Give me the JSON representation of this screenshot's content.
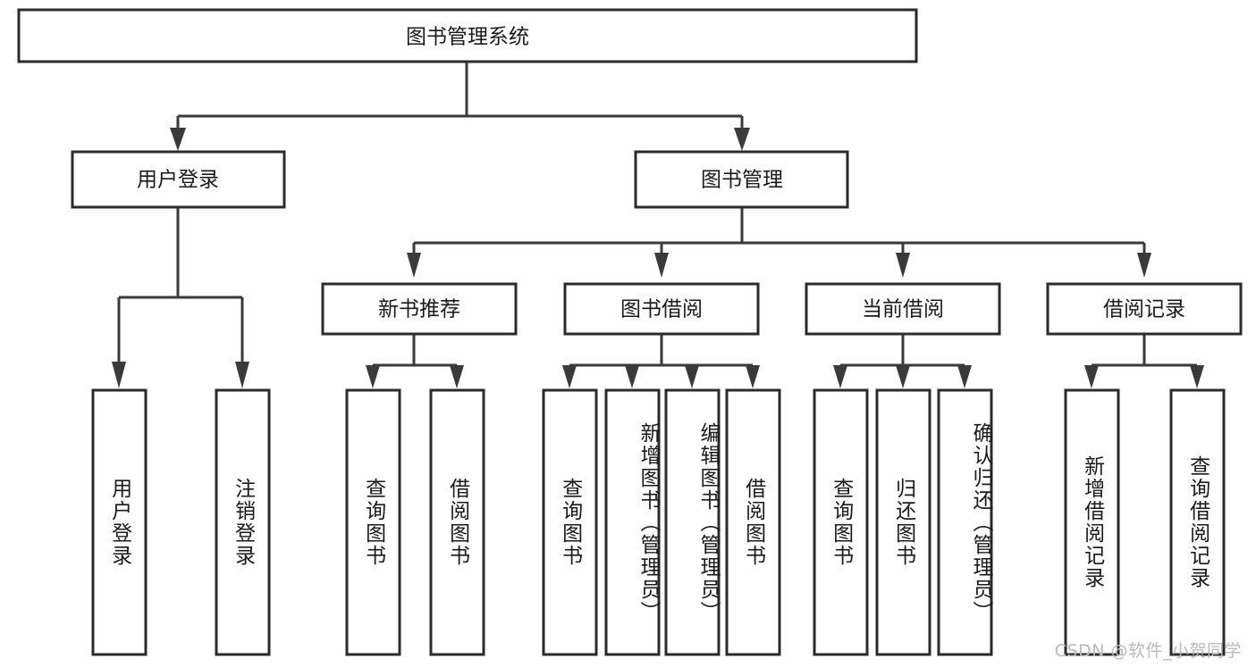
{
  "diagram": {
    "title": "图书管理系统",
    "type": "tree",
    "watermark": "CSDN @软件_小贺同学",
    "colors": {
      "box_stroke": "#2b2b2b",
      "connector": "#3a3a3a",
      "background": "#ffffff",
      "text": "#1a1a1a",
      "watermark": "#b9b9b9"
    },
    "root": {
      "id": "root",
      "label": "图书管理系统"
    },
    "level2": [
      {
        "id": "user-login",
        "label": "用户登录"
      },
      {
        "id": "book-manage",
        "label": "图书管理"
      }
    ],
    "level3": [
      {
        "id": "new-book-recommend",
        "label": "新书推荐",
        "parent": "book-manage"
      },
      {
        "id": "book-borrow",
        "label": "图书借阅",
        "parent": "book-manage"
      },
      {
        "id": "current-borrow",
        "label": "当前借阅",
        "parent": "book-manage"
      },
      {
        "id": "borrow-record",
        "label": "借阅记录",
        "parent": "book-manage"
      }
    ],
    "leaves": [
      {
        "id": "leaf-user-login",
        "label": "用户登录",
        "parent": "user-login"
      },
      {
        "id": "leaf-user-logout",
        "label": "注销登录",
        "parent": "user-login"
      },
      {
        "id": "leaf-query-book-1",
        "label": "查询图书",
        "parent": "new-book-recommend"
      },
      {
        "id": "leaf-borrow-book-1",
        "label": "借阅图书",
        "parent": "new-book-recommend"
      },
      {
        "id": "leaf-query-book-2",
        "label": "查询图书",
        "parent": "book-borrow"
      },
      {
        "id": "leaf-add-book",
        "label": "新增图书（管理员）",
        "parent": "book-borrow"
      },
      {
        "id": "leaf-edit-book",
        "label": "编辑图书（管理员）",
        "parent": "book-borrow"
      },
      {
        "id": "leaf-borrow-book-2",
        "label": "借阅图书",
        "parent": "book-borrow"
      },
      {
        "id": "leaf-query-book-3",
        "label": "查询图书",
        "parent": "current-borrow"
      },
      {
        "id": "leaf-return-book",
        "label": "归还图书",
        "parent": "current-borrow"
      },
      {
        "id": "leaf-confirm-return",
        "label": "确认归还（管理员）",
        "parent": "current-borrow"
      },
      {
        "id": "leaf-add-record",
        "label": "新增借阅记录",
        "parent": "borrow-record"
      },
      {
        "id": "leaf-query-record",
        "label": "查询借阅记录",
        "parent": "borrow-record"
      }
    ]
  }
}
